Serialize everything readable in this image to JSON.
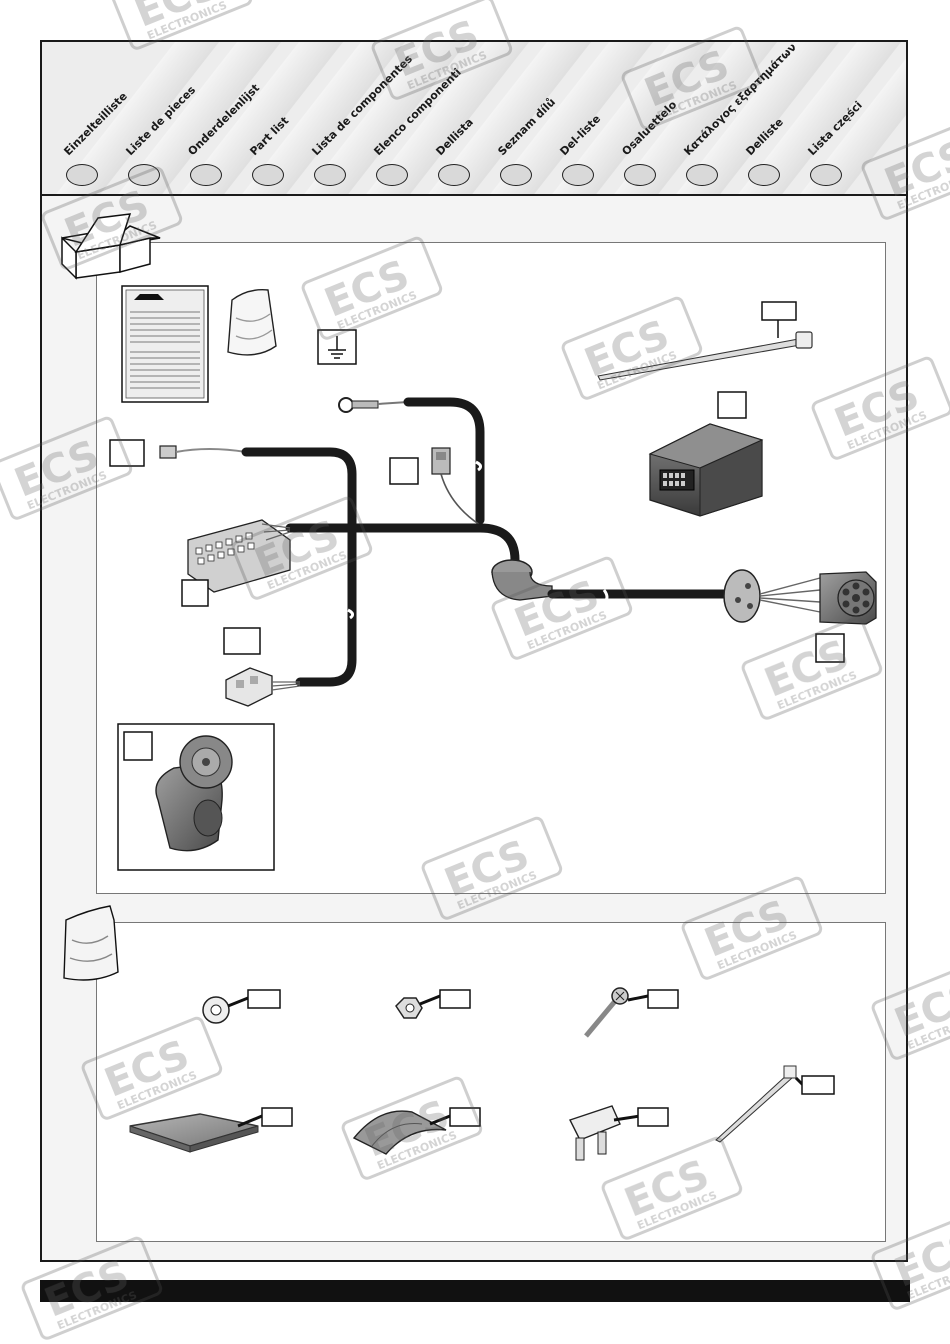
{
  "header": {
    "languages": [
      "Einzelteilliste",
      "Liste de pieces",
      "Onderdelenlijst",
      "Part list",
      "Lista de componentes",
      "Elenco componenti",
      "Dellista",
      "Seznam dílů",
      "Del-liste",
      "Osaluettelo",
      "Κατάλογος εξαρτημάτων",
      "Delliste",
      "Lista części"
    ]
  },
  "watermark": {
    "brand": "ECS",
    "sub": "ELECTRONICS"
  },
  "colors": {
    "cable": "#1a1a1a",
    "panel_border": "#777777",
    "frame": "#1a1a1a",
    "label_box": "#ffffff"
  },
  "icons": [
    "box-icon",
    "instruction-sheet-icon",
    "plastic-bag-icon",
    "ground-symbol-icon",
    "cable-tie-icon",
    "control-module-icon",
    "ring-terminal-icon",
    "connector-icon",
    "socket-icon",
    "washer-icon",
    "nut-icon",
    "screw-icon",
    "foam-pad-icon",
    "adhesive-tape-icon",
    "fuse-icon"
  ]
}
